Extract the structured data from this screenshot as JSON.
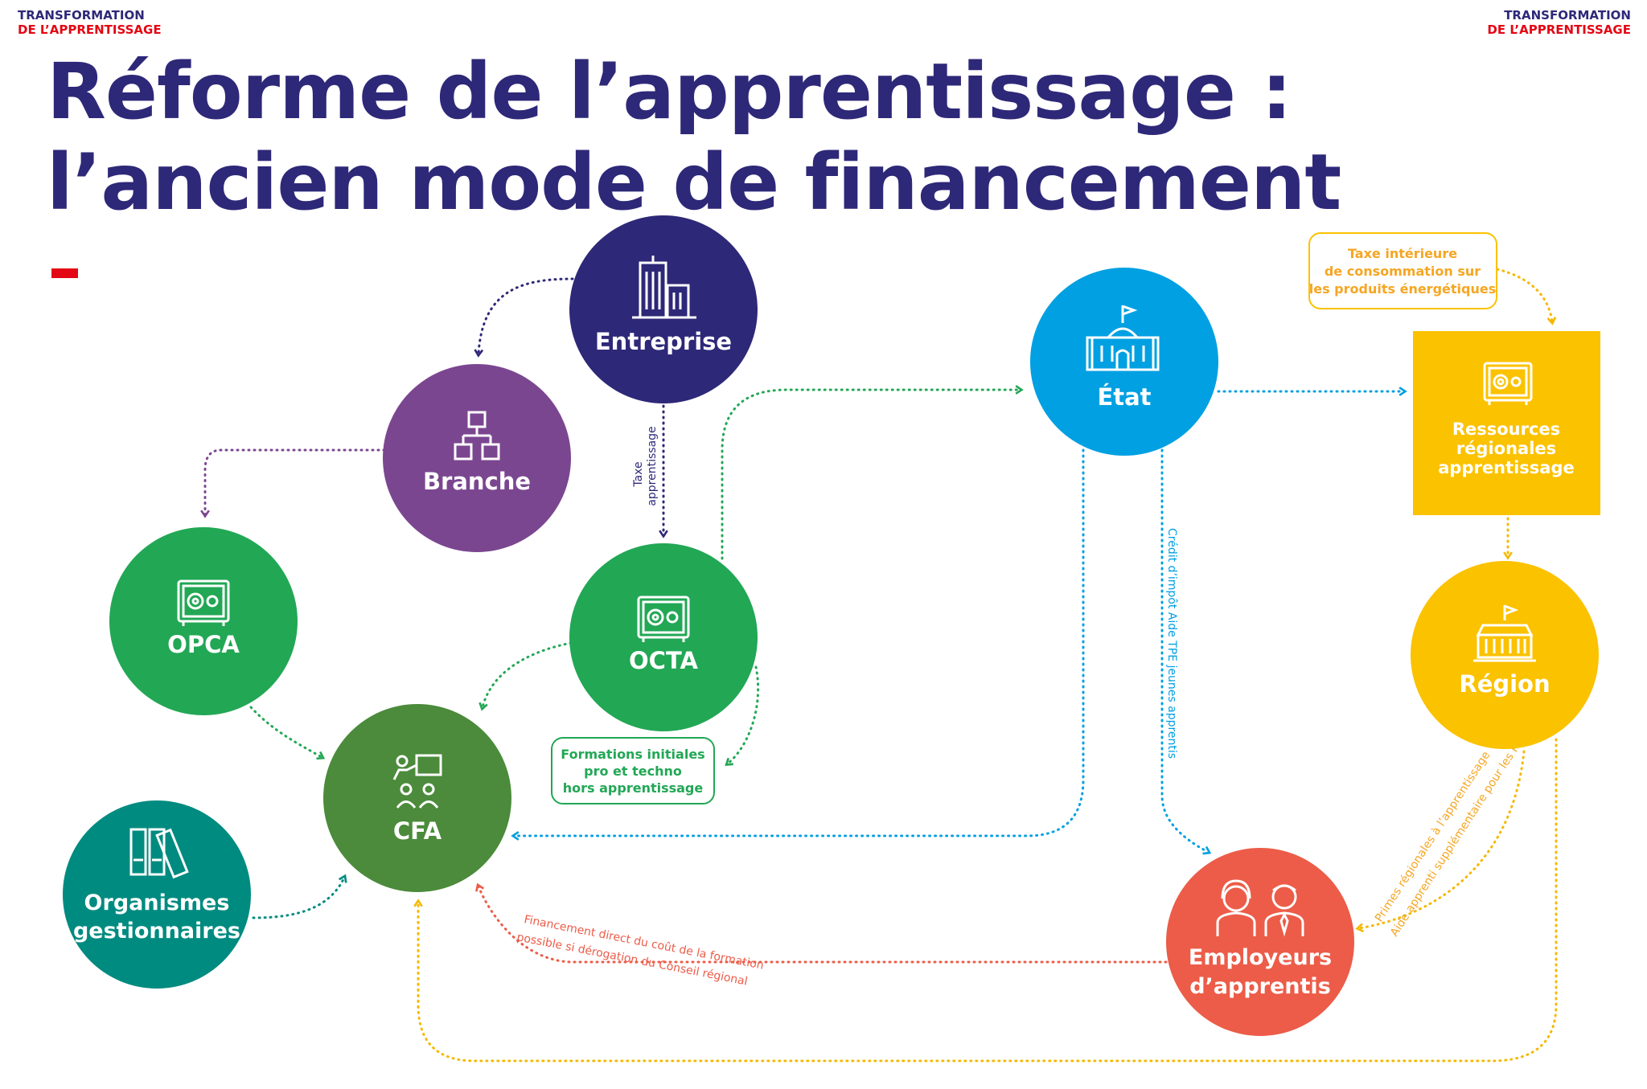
{
  "header": {
    "left": {
      "line1": "TRANSFORMATION",
      "line2": "DE L’APPRENTISSAGE"
    },
    "right": {
      "line1": "TRANSFORMATION",
      "line2": "DE L’APPRENTISSAGE"
    }
  },
  "title": {
    "line1": "Réforme de l’apprentissage :",
    "line2": "l’ancien mode de financement"
  },
  "colors": {
    "navy": "#2e2878",
    "purple": "#7b4690",
    "green": "#22a755",
    "dark_green": "#4b8b3b",
    "teal": "#008b80",
    "blue": "#00a0e2",
    "yellow": "#fbc200",
    "orange": "#f5a623",
    "coral": "#ec5c48",
    "red": "#e30613"
  },
  "nodes": {
    "entreprise": {
      "label": "Entreprise",
      "icon": "building-icon"
    },
    "branche": {
      "label": "Branche",
      "icon": "org-chart-icon"
    },
    "opca": {
      "label": "OPCA",
      "icon": "safe-icon"
    },
    "octa": {
      "label": "OCTA",
      "icon": "safe-icon"
    },
    "cfa": {
      "label": "CFA",
      "icon": "teacher-board-icon"
    },
    "organismes": {
      "line1": "Organismes",
      "line2": "gestionnaires",
      "icon": "binders-icon"
    },
    "etat": {
      "label": "État",
      "icon": "government-building-icon"
    },
    "ressources": {
      "line1": "Ressources",
      "line2": "régionales",
      "line3": "apprentissage",
      "icon": "safe-icon"
    },
    "region": {
      "label": "Région",
      "icon": "regional-building-icon"
    },
    "employeurs": {
      "line1": "Employeurs",
      "line2": "d’apprentis",
      "icon": "people-icon"
    }
  },
  "boxes": {
    "formations": {
      "line1": "Formations initiales",
      "line2": "pro et techno",
      "line3": "hors apprentissage"
    },
    "taxe": {
      "line1": "Taxe intérieure",
      "line2": "de consommation sur",
      "line3": "les produits énergétiques"
    }
  },
  "flows": {
    "taxe_apprentissage": {
      "line1": "Taxe",
      "line2": "apprentissage"
    },
    "credit_impot": "Crédit d’impôt Aide TPE jeunes apprentis",
    "primes_regionales": "Primes régionales à l’apprentissage",
    "aide_pme": "Aide apprenti supplémentaire pour les PME",
    "financement_direct": {
      "line1": "Financement direct du coût de la formation",
      "line2": "possible si dérogation du Conseil régional"
    }
  }
}
